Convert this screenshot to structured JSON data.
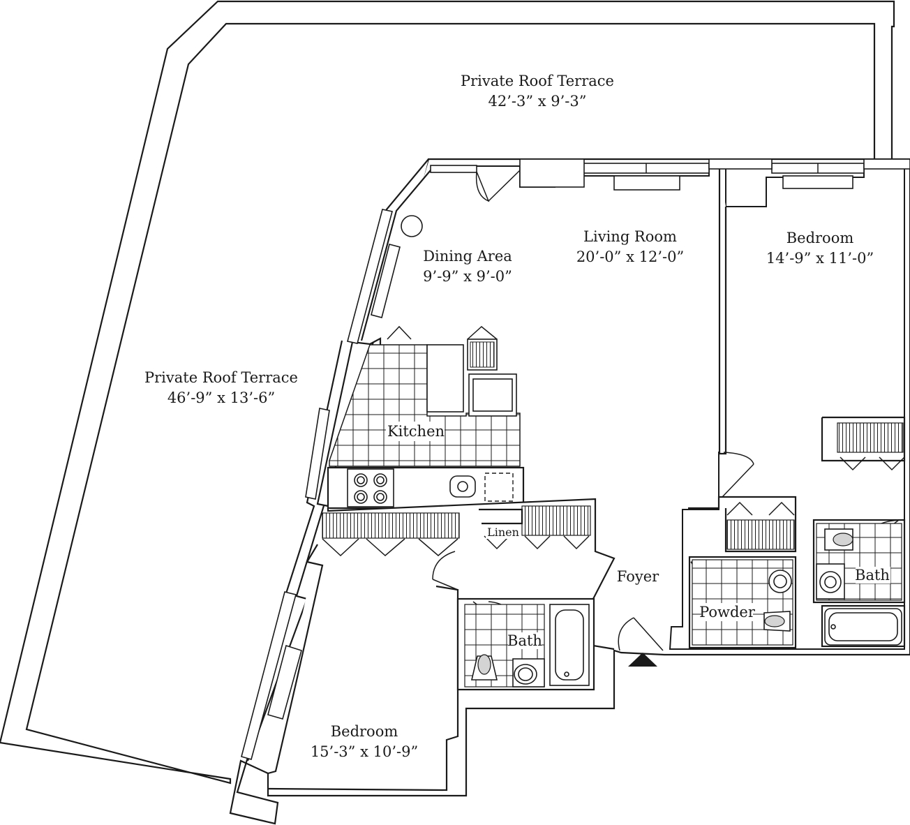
{
  "rooms": {
    "terrace_top": {
      "name": "Private Roof Terrace",
      "size": "42’-3” x 9’-3”"
    },
    "terrace_left": {
      "name": "Private Roof Terrace",
      "size": "46’-9” x 13’-6”"
    },
    "dining": {
      "name": "Dining Area",
      "size": "9’-9” x 9’-0”"
    },
    "living": {
      "name": "Living Room",
      "size": "20’-0” x 12’-0”"
    },
    "bedroom_right": {
      "name": "Bedroom",
      "size": "14’-9” x 11’-0”"
    },
    "kitchen": {
      "name": "Kitchen"
    },
    "linen": {
      "name": "Linen"
    },
    "foyer": {
      "name": "Foyer"
    },
    "powder": {
      "name": "Powder"
    },
    "bath_right": {
      "name": "Bath"
    },
    "bath_left": {
      "name": "Bath"
    },
    "bedroom_left": {
      "name": "Bedroom",
      "size": "15’-3” x 10’-9”"
    }
  },
  "colors": {
    "line": "#1a1a1a",
    "fixture": "#d4d4d4",
    "background": "#ffffff"
  }
}
